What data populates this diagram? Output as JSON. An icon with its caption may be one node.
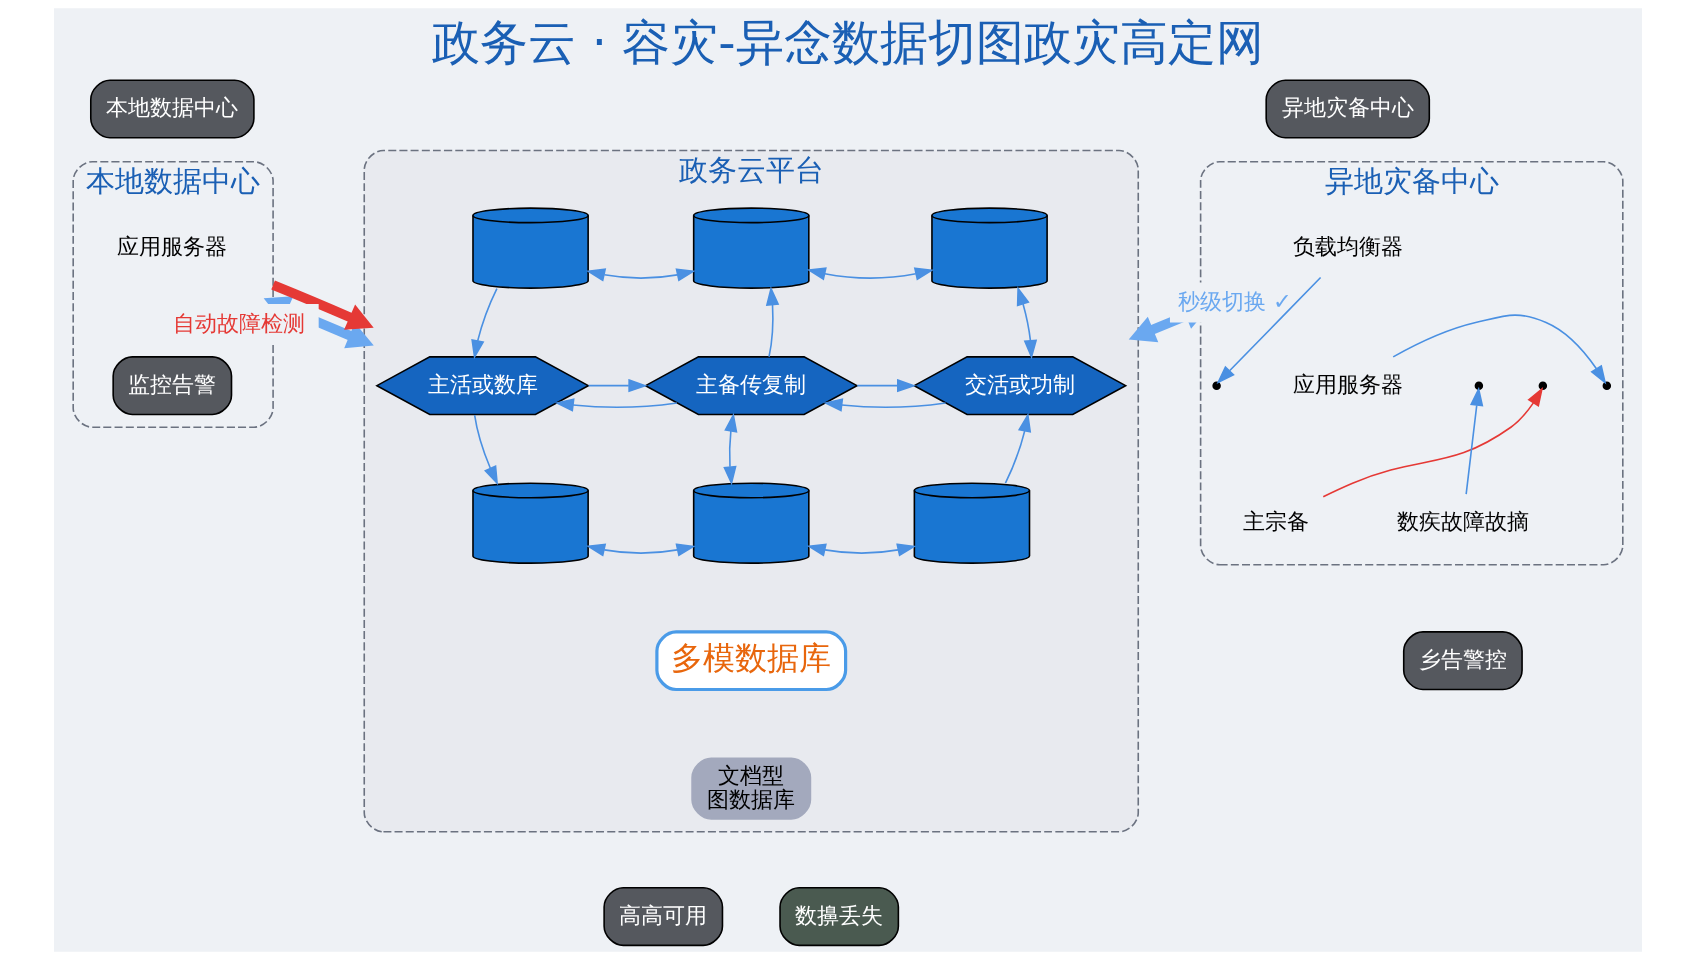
{
  "diagram": {
    "title": "政务云 · 容灾-异念数据切图政灾高定网",
    "nodes": [
      {
        "text": [
          "本地数据中心"
        ]
      },
      {
        "text": [
          "本地数据中心"
        ]
      },
      {
        "text": [
          "监控告警"
        ],
        "in": 1
      },
      {
        "text": [
          "应用服务器"
        ],
        "in": 1
      },
      {
        "text": [
          "政务云平台"
        ]
      },
      {
        "text": [],
        "shape": "cylinder",
        "in": 4
      },
      {
        "text": [],
        "shape": "cylinder",
        "in": 4
      },
      {
        "text": [],
        "shape": "cylinder",
        "in": 4
      },
      {
        "text": [
          "主活或数库"
        ],
        "in": 4
      },
      {
        "text": [
          "主备传复制"
        ],
        "in": 4
      },
      {
        "text": [
          "交活或功制"
        ],
        "in": 4
      },
      {
        "text": [],
        "shape": "cylinder",
        "in": 4
      },
      {
        "text": [],
        "shape": "cylinder",
        "in": 4
      },
      {
        "text": [],
        "shape": "cylinder",
        "in": 4
      },
      {
        "text": [
          "多模数据库"
        ],
        "in": 4
      },
      {
        "text": [
          "文档型",
          "图数据库"
        ],
        "in": 4
      },
      {
        "text": [
          "异地灾备中心"
        ]
      },
      {
        "text": [
          "异地灾备中心"
        ]
      },
      {
        "text": [
          "负载均衡器"
        ],
        "in": 17
      },
      {
        "text": [
          "应用服务器"
        ],
        "in": 17
      },
      {
        "text": [
          "主宗备"
        ],
        "in": 17
      },
      {
        "text": [
          "数疾故障故摘"
        ],
        "in": 17
      },
      {
        "text": [
          "乡告警控"
        ]
      },
      {
        "text": [
          "高高可用"
        ]
      },
      {
        "text": [
          "数擤丢失"
        ]
      }
    ],
    "edges": [
      {
        "from": 1,
        "to": 4,
        "arrow": "both",
        "color": "#6aa8f0",
        "style": "thick"
      },
      {
        "from": 1,
        "to": 4,
        "arrow": "to",
        "label": "自动故障检测",
        "color": "#e53935",
        "style": "thick"
      },
      {
        "from": 5,
        "to": 6,
        "arrow": "both"
      },
      {
        "from": 6,
        "to": 7,
        "arrow": "both"
      },
      {
        "from": 5,
        "to": 8,
        "arrow": "to"
      },
      {
        "from": 9,
        "to": 6,
        "arrow": "to"
      },
      {
        "from": 10,
        "to": 7,
        "arrow": "both"
      },
      {
        "from": 9,
        "to": 8,
        "arrow": "to"
      },
      {
        "from": 8,
        "to": 9,
        "arrow": "to"
      },
      {
        "from": 10,
        "to": 9,
        "arrow": "to"
      },
      {
        "from": 9,
        "to": 10,
        "arrow": "to"
      },
      {
        "from": 8,
        "to": 11,
        "arrow": "to"
      },
      {
        "from": 9,
        "to": 12,
        "arrow": "both"
      },
      {
        "from": 13,
        "to": 10,
        "arrow": "to"
      },
      {
        "from": 11,
        "to": 12,
        "arrow": "both"
      },
      {
        "from": 12,
        "to": 13,
        "arrow": "both"
      },
      {
        "from": 4,
        "to": 17,
        "arrow": "both",
        "label": "秒级切换 ✓",
        "color": "#6aa8f0",
        "style": "thick"
      },
      {
        "from": 18,
        "to": null,
        "arrow": "to"
      },
      {
        "from": 19,
        "to": null,
        "arrow": "to"
      },
      {
        "from": 20,
        "to": null,
        "arrow": "to",
        "color": "#e53935"
      },
      {
        "from": 21,
        "to": null,
        "arrow": "to"
      }
    ]
  }
}
